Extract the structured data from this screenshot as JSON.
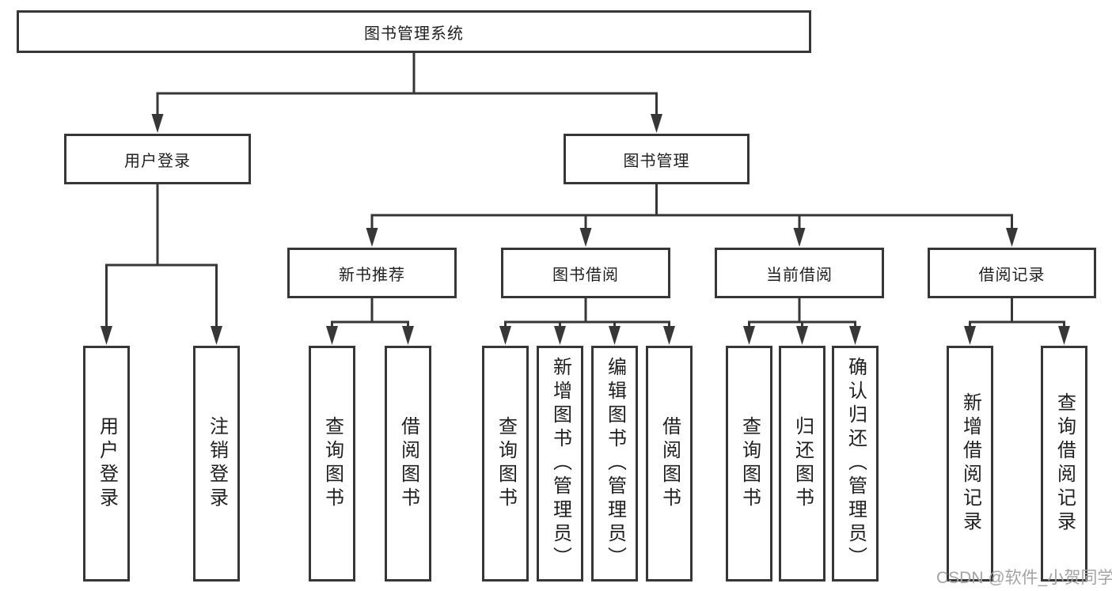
{
  "diagram": {
    "root": {
      "label": "图书管理系统"
    },
    "branches": [
      {
        "label": "用户登录",
        "children": [
          {
            "label": "用户登录"
          },
          {
            "label": "注销登录"
          }
        ]
      },
      {
        "label": "图书管理",
        "children": [
          {
            "label": "新书推荐",
            "children": [
              {
                "label": "查询图书"
              },
              {
                "label": "借阅图书"
              }
            ]
          },
          {
            "label": "图书借阅",
            "children": [
              {
                "label": "查询图书"
              },
              {
                "label": "新增图书（管理员）"
              },
              {
                "label": "编辑图书（管理员）"
              },
              {
                "label": "借阅图书"
              }
            ]
          },
          {
            "label": "当前借阅",
            "children": [
              {
                "label": "查询图书"
              },
              {
                "label": "归还图书"
              },
              {
                "label": "确认归还（管理员）"
              }
            ]
          },
          {
            "label": "借阅记录",
            "children": [
              {
                "label": "新增借阅记录"
              },
              {
                "label": "查询借阅记录"
              }
            ]
          }
        ]
      }
    ]
  },
  "watermark": {
    "text": "CSDN @软件_小贺同学"
  },
  "colors": {
    "line": "#373737",
    "text": "#1f1f1f",
    "watermark": "#a3a3a3",
    "background": "#ffffff"
  }
}
